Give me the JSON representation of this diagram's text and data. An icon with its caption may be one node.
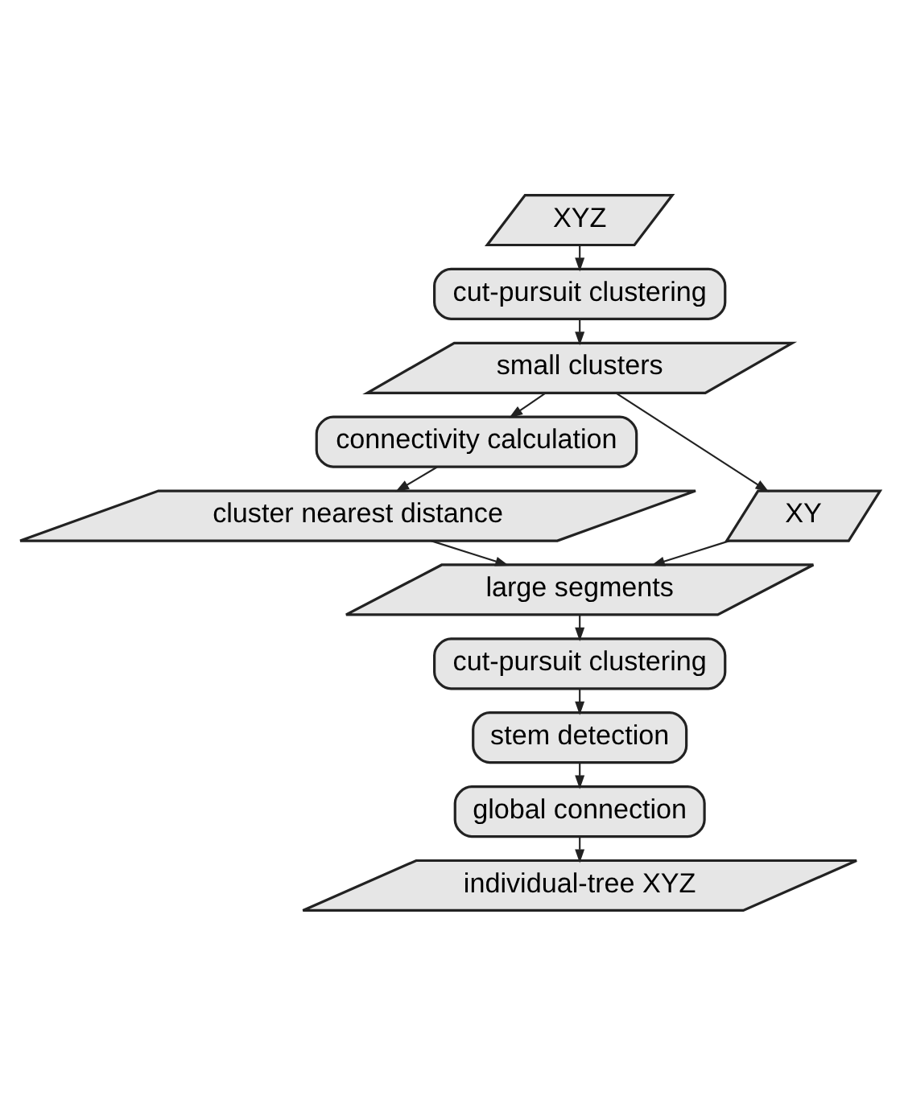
{
  "diagram": {
    "nodes": [
      {
        "text": [
          "XYZ"
        ]
      },
      {
        "text": [
          "cut-pursuit clustering"
        ]
      },
      {
        "text": [
          "small clusters"
        ]
      },
      {
        "text": [
          "connectivity calculation"
        ]
      },
      {
        "text": [
          "XY"
        ]
      },
      {
        "text": [
          "cluster nearest distance"
        ]
      },
      {
        "text": [
          "large segments"
        ]
      },
      {
        "text": [
          "cut-pursuit clustering"
        ]
      },
      {
        "text": [
          "stem detection"
        ]
      },
      {
        "text": [
          "global connection"
        ]
      },
      {
        "text": [
          "individual-tree XYZ"
        ]
      }
    ],
    "edges": [
      {
        "from": 0,
        "to": 1,
        "arrow": "to"
      },
      {
        "from": 1,
        "to": 2,
        "arrow": "to"
      },
      {
        "from": 2,
        "to": 4,
        "arrow": "to"
      },
      {
        "from": 2,
        "to": 3,
        "arrow": "to"
      },
      {
        "from": 3,
        "to": 5,
        "arrow": "to"
      },
      {
        "from": 4,
        "to": 6,
        "arrow": "to"
      },
      {
        "from": 5,
        "to": 6,
        "arrow": "to"
      },
      {
        "from": 6,
        "to": 7,
        "arrow": "to"
      },
      {
        "from": 7,
        "to": 8,
        "arrow": "to"
      },
      {
        "from": 8,
        "to": 9,
        "arrow": "to"
      },
      {
        "from": 9,
        "to": 10,
        "arrow": "to"
      }
    ]
  }
}
